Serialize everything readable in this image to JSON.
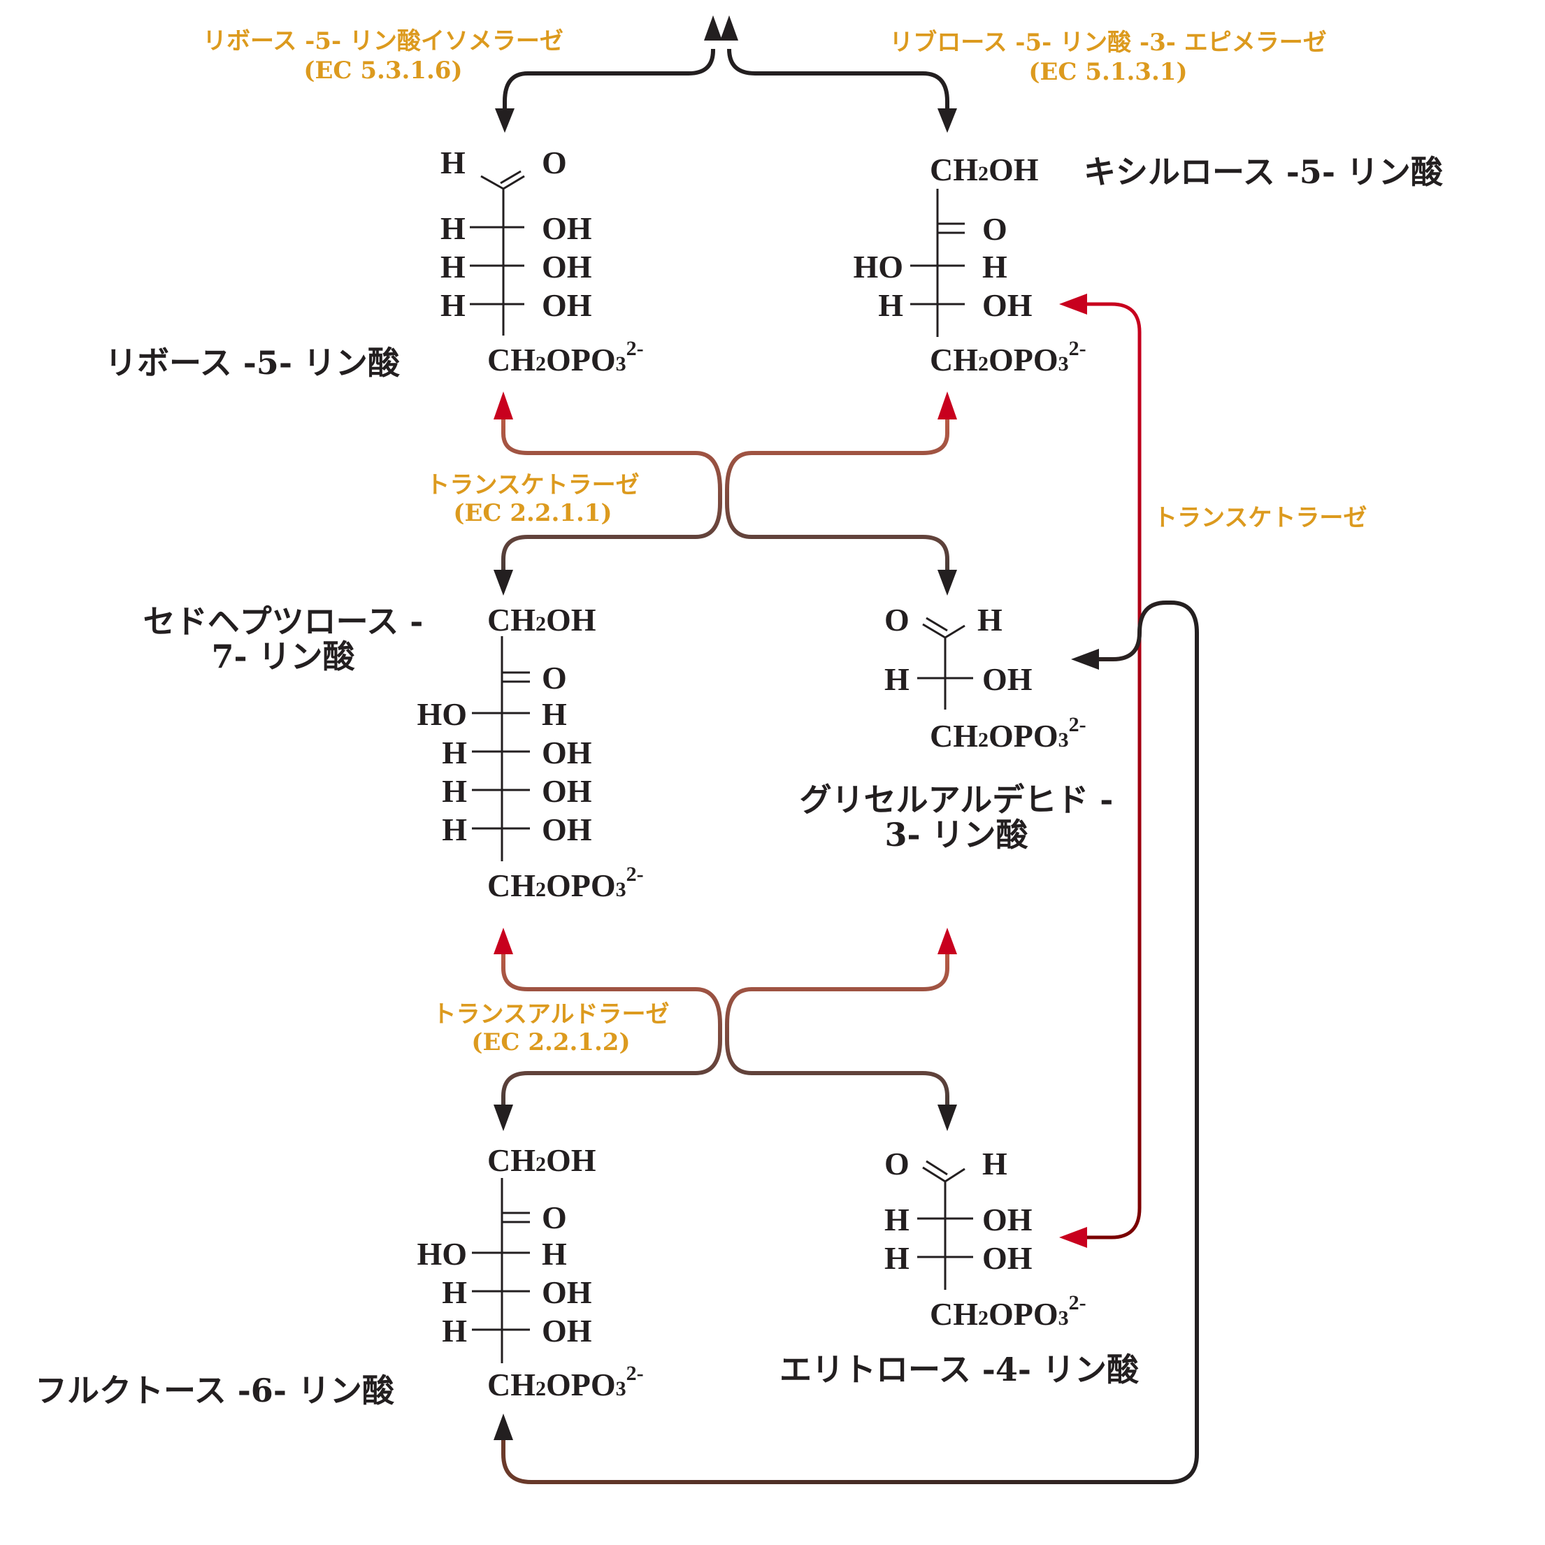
{
  "colors": {
    "text": "#231f20",
    "enzyme": "#dc9a1e",
    "arrow_red": "#c8001e",
    "arrow_dark_red": "#8b0000",
    "arrow_brown": "#b05a48",
    "arrow_black": "#231f20"
  },
  "enzymes": {
    "r5p_isomerase": {
      "name": "リボース -5- リン酸イソメラーゼ",
      "ec": "(EC 5.3.1.6)"
    },
    "ru5p_epimerase": {
      "name": "リブロース -5- リン酸 -3- エピメラーゼ",
      "ec": "(EC 5.1.3.1)"
    },
    "transketolase_1": {
      "name": "トランスケトラーゼ",
      "ec": "(EC 2.2.1.1)"
    },
    "transaldolase": {
      "name": "トランスアルドラーゼ",
      "ec": "(EC 2.2.1.2)"
    },
    "transketolase_2": {
      "name": "トランスケトラーゼ"
    }
  },
  "molecules": {
    "ribose5p": {
      "name": "リボース -5- リン酸",
      "top_left": "H",
      "top_right": "O",
      "rows": [
        [
          "H",
          "OH"
        ],
        [
          "H",
          "OH"
        ],
        [
          "H",
          "OH"
        ]
      ],
      "bottom": "CH2OPO3 2-"
    },
    "xylulose5p": {
      "name": "キシルロース -5- リン酸",
      "top": "CH2OH",
      "keto": "O",
      "rows": [
        [
          "HO",
          "H"
        ],
        [
          "H",
          "OH"
        ]
      ],
      "bottom": "CH2OPO3 2-"
    },
    "sedoheptulose7p": {
      "name_line1": "セドヘプツロース -",
      "name_line2": "7- リン酸",
      "top": "CH2OH",
      "keto": "O",
      "rows": [
        [
          "HO",
          "H"
        ],
        [
          "H",
          "OH"
        ],
        [
          "H",
          "OH"
        ],
        [
          "H",
          "OH"
        ]
      ],
      "bottom": "CH2OPO3 2-"
    },
    "glyceraldehyde3p": {
      "name_line1": "グリセルアルデヒド -",
      "name_line2": "3- リン酸",
      "top_left": "O",
      "top_right": "H",
      "rows": [
        [
          "H",
          "OH"
        ]
      ],
      "bottom": "CH2OPO3 2-"
    },
    "fructose6p": {
      "name": "フルクトース -6- リン酸",
      "top": "CH2OH",
      "keto": "O",
      "rows": [
        [
          "HO",
          "H"
        ],
        [
          "H",
          "OH"
        ],
        [
          "H",
          "OH"
        ]
      ],
      "bottom": "CH2OPO3 2-"
    },
    "erythrose4p": {
      "name": "エリトロース -4- リン酸",
      "top_left": "O",
      "top_right": "H",
      "rows": [
        [
          "H",
          "OH"
        ],
        [
          "H",
          "OH"
        ]
      ],
      "bottom": "CH2OPO3 2-"
    }
  },
  "formula_parts": {
    "ch2": "CH",
    "sub2": "2",
    "oh": "OH",
    "opo": "OPO",
    "sub3": "3",
    "charge": "2-"
  }
}
